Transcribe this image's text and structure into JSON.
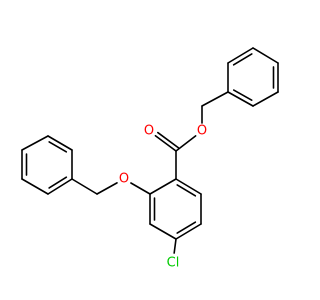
{
  "colors": {
    "background": "#ffffff",
    "bond": "#000000",
    "oxygen": "#ff0000",
    "chlorine": "#00cc00"
  },
  "atoms": {
    "carbonyl_oxygen": "O",
    "ester_oxygen": "O",
    "ether_oxygen": "O",
    "chlorine": "Cl"
  }
}
